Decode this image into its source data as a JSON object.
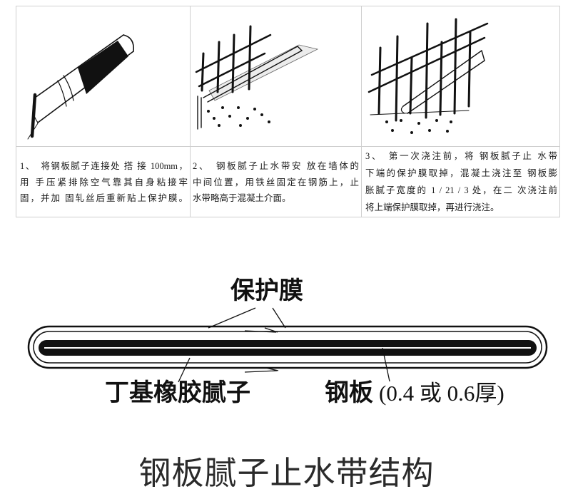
{
  "steps": [
    {
      "lines": [
        "1、　将钢板腻子连接处 搭 接 100mm，",
        "用 手压紧排除空气靠其自身粘接牢",
        "固，并加 固轧丝后重新贴上保护膜。"
      ]
    },
    {
      "lines": [
        "2、　钢板腻子止水带安 放在墙体的",
        "中间位置，用铁丝固定在钢筋上，止",
        "水带略高于混凝土介面。"
      ]
    },
    {
      "lines": [
        "3、　第一次浇注前，将 钢板腻子止 水带",
        "下端的保护膜取掉，混凝土浇注至 钢板膨",
        "胀腻子宽度的 1 / 21 / 3 处，在二 次浇注前",
        "将上端保护膜取掉，再进行浇注。"
      ]
    }
  ],
  "diagram": {
    "label_film": "保护膜",
    "label_putty": "丁基橡胶腻子",
    "label_plate": "钢板",
    "label_plate_spec": "(0.4 或 0.6厚)"
  },
  "title": "钢板腻子止水带结构",
  "colors": {
    "ink": "#111111",
    "grid_border": "#cfcfcf",
    "background": "#ffffff"
  }
}
